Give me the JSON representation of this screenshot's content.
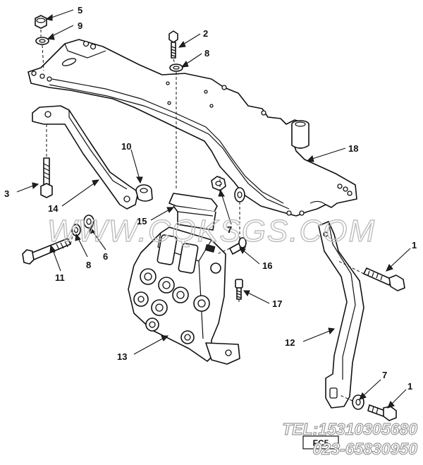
{
  "callouts": [
    {
      "id": "c5",
      "label": "5"
    },
    {
      "id": "c9",
      "label": "9"
    },
    {
      "id": "c2",
      "label": "2"
    },
    {
      "id": "c8a",
      "label": "8"
    },
    {
      "id": "c18",
      "label": "18"
    },
    {
      "id": "c10",
      "label": "10"
    },
    {
      "id": "c3",
      "label": "3"
    },
    {
      "id": "c14",
      "label": "14"
    },
    {
      "id": "c15",
      "label": "15"
    },
    {
      "id": "c7a",
      "label": "7"
    },
    {
      "id": "c8b",
      "label": "8"
    },
    {
      "id": "c6",
      "label": "6"
    },
    {
      "id": "c11",
      "label": "11"
    },
    {
      "id": "c16",
      "label": "16"
    },
    {
      "id": "c1a",
      "label": "1"
    },
    {
      "id": "c17",
      "label": "17"
    },
    {
      "id": "c12",
      "label": "12"
    },
    {
      "id": "c13",
      "label": "13"
    },
    {
      "id": "c7b",
      "label": "7"
    },
    {
      "id": "c1b",
      "label": "1"
    }
  ],
  "watermark": {
    "site": "WWW.CQKSGS.COM",
    "tel": "TEL:15310305680",
    "phone": "023-65830950",
    "drawing_code": "FC5"
  }
}
